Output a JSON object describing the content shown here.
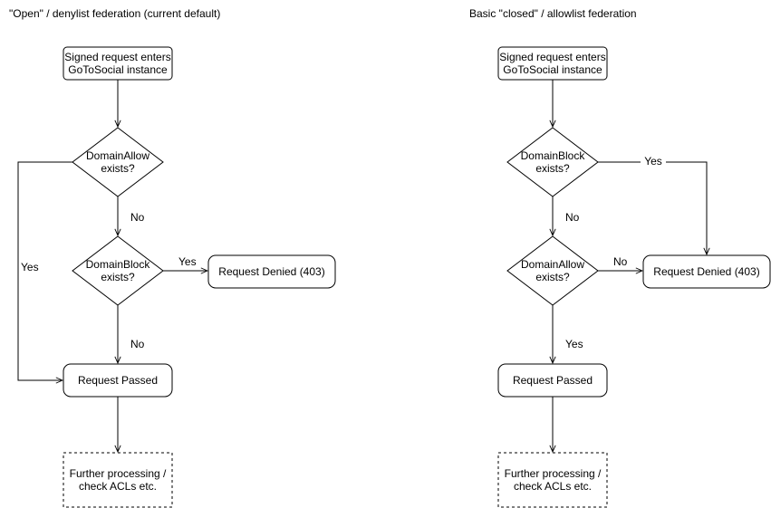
{
  "left": {
    "title": "\"Open\" / denylist federation (current default)",
    "start": {
      "line1": "Signed request enters",
      "line2": "GoToSocial instance"
    },
    "decision1": {
      "line1": "DomainAllow",
      "line2": "exists?"
    },
    "decision2": {
      "line1": "DomainBlock",
      "line2": "exists?"
    },
    "denied": "Request Denied (403)",
    "passed": "Request Passed",
    "further": {
      "line1": "Further processing /",
      "line2": "check ACLs etc."
    },
    "labels": {
      "no_after_decision1": "No",
      "yes_to_denied": "Yes",
      "no_to_passed": "No",
      "yes_branch_to_passed": "Yes"
    }
  },
  "right": {
    "title": "Basic \"closed\" / allowlist federation",
    "start": {
      "line1": "Signed request enters",
      "line2": "GoToSocial instance"
    },
    "decision1": {
      "line1": "DomainBlock",
      "line2": "exists?"
    },
    "decision2": {
      "line1": "DomainAllow",
      "line2": "exists?"
    },
    "denied": "Request Denied (403)",
    "passed": "Request Passed",
    "further": {
      "line1": "Further processing /",
      "line2": "check ACLs etc."
    },
    "labels": {
      "yes_branch_to_denied": "Yes",
      "no_after_decision1": "No",
      "no_to_denied": "No",
      "yes_to_passed": "Yes"
    }
  },
  "colors": {
    "stroke": "#000000",
    "fill": "#ffffff",
    "text": "#000000"
  }
}
